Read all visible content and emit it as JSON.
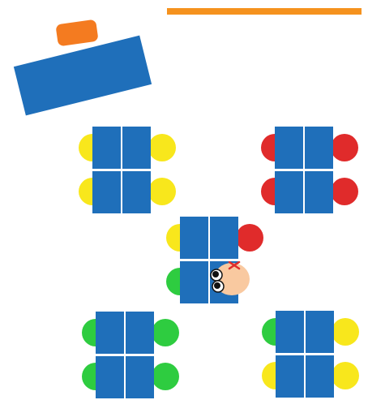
{
  "colors": {
    "background": "#ffffff",
    "whiteboard": "#f5921e",
    "teacher_desk": "#1f6fba",
    "teacher_chair": "#f47b20",
    "desk": "#1f6fba",
    "desk_gap": "#ffffff",
    "yellow": "#f8e71c",
    "red": "#e02b2b",
    "green": "#2ecc40",
    "player_skin": "#f9c9a0",
    "player_eye": "#111111",
    "player_mark": "#e02b2b"
  },
  "groups": [
    {
      "name": "group-top-left",
      "seats": [
        "yellow",
        "yellow",
        "yellow",
        "yellow"
      ]
    },
    {
      "name": "group-top-right",
      "seats": [
        "red",
        "red",
        "red",
        "red"
      ]
    },
    {
      "name": "group-center",
      "seats": [
        "yellow",
        "red",
        "green",
        "empty"
      ]
    },
    {
      "name": "group-bottom-left",
      "seats": [
        "green",
        "green",
        "green",
        "green"
      ]
    },
    {
      "name": "group-bottom-right",
      "seats": [
        "green",
        "yellow",
        "yellow",
        "yellow"
      ]
    }
  ],
  "player": {
    "icon": "student-head-icon",
    "mark": "x-mark-icon"
  }
}
